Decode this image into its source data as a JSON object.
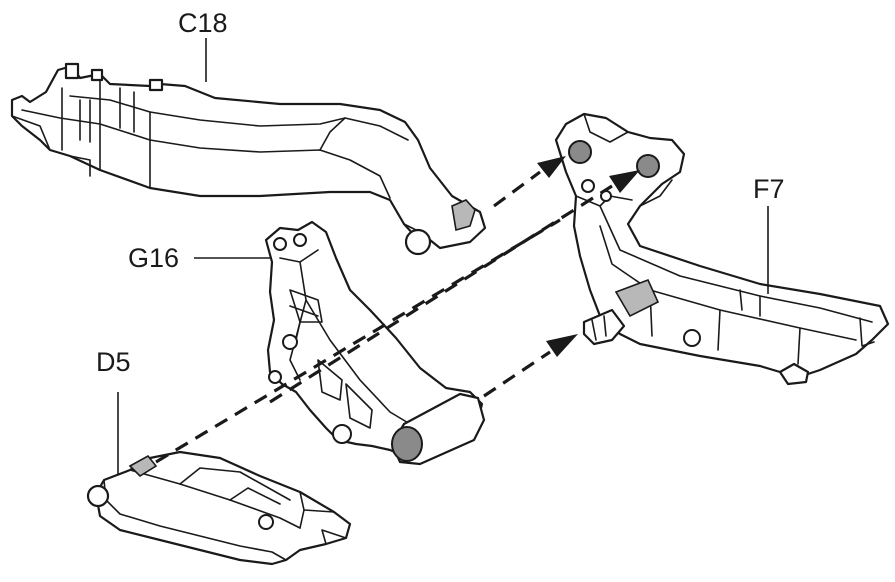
{
  "labels": {
    "c18": "C18",
    "g16": "G16",
    "d5": "D5",
    "f7": "F7"
  }
}
